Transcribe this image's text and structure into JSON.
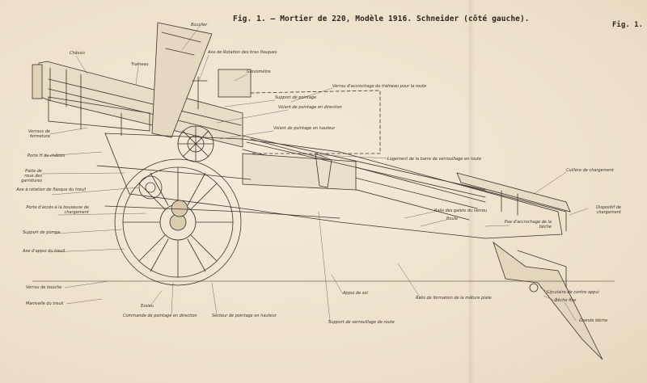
{
  "title": "Fig. 1. — Mortier de 220, Modèle 1916. Schneider (côté gauche).",
  "fig_label": "Fig. 1.",
  "labels": {
    "bouclier": "Bouclier",
    "chassis": "Châssis",
    "traineau": "Traîneau",
    "axe_rotation": "Axe de Rotation des bras flasques",
    "goniometre": "Goniomètre",
    "verrou_accrochage": "Verrou d'accrochage du traîneau pour la route",
    "support_pointage": "Support de pointage",
    "volant_direction": "Volant de pointage en direction",
    "volant_hauteur": "Volant de pointage en hauteur",
    "verrous_fermeture": "Verrous de fermeture",
    "porte_chassis": "Porte H du châssis",
    "logement_barre": "Logement de la barre de verrouillage en route",
    "patte_roue": "Patte de roue des garnitures",
    "axe_rotation_flasque": "Axe à rotation de flasque du treuil",
    "porte_acces": "Porte d'accès à la bouseuse de chargement",
    "support_pompe": "Support de pompe",
    "axe_appui": "Axe d'appui du treuil",
    "rails_galets": "Rails des galets du verrou",
    "boule": "Boule",
    "poe_accrochage": "Poe d'accrochage de la bêche",
    "cuiller": "Cuillère de chargement",
    "dispositif": "Dispositif de chargement",
    "verrou_bouche": "Verrou de bouche",
    "manivelle": "Manivelle du treuil",
    "essieu": "Essieu",
    "commande_pointage": "Commande de pointage en direction",
    "secteur_pointage": "Secteur de pointage en hauteur",
    "appui_sol": "Appui de sol",
    "rails_formation": "Rails de formation de la mâture plate",
    "support_verrouillage": "Support de verrouillage de route",
    "circulaire": "Circulaire de contre appui",
    "beche_fixe": "Bêche fixe",
    "grande_beche": "Grande bêche"
  }
}
